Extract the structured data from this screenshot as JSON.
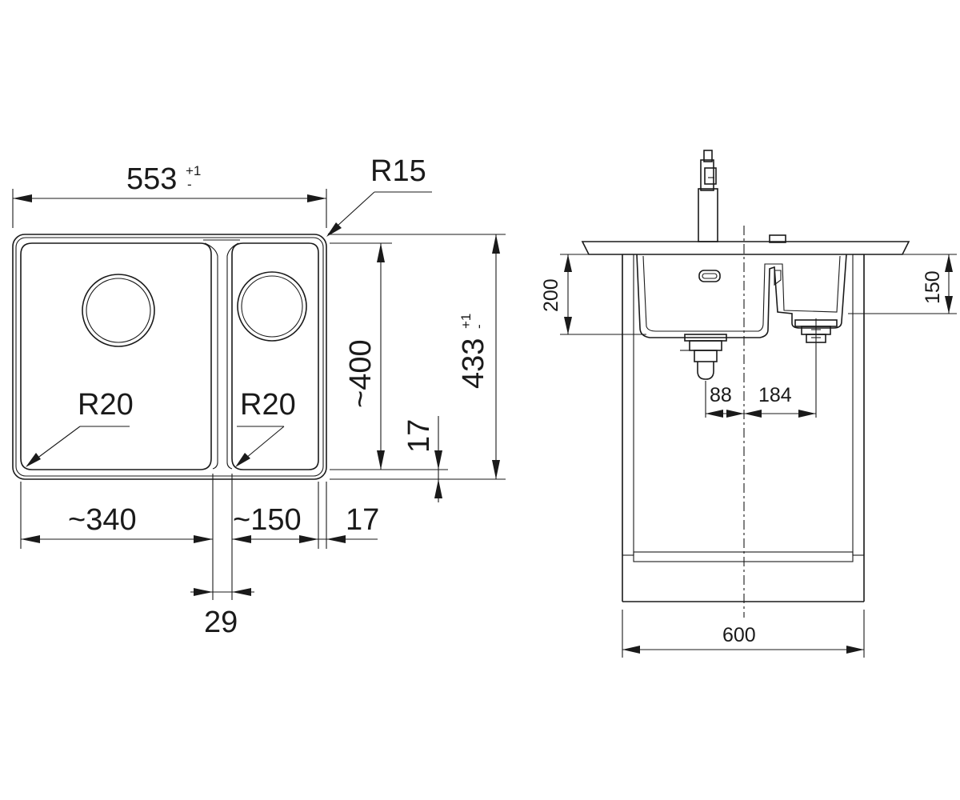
{
  "plan_view": {
    "overall_width": "553",
    "overall_width_tol_plus": "+1",
    "overall_width_tol_minus": "-",
    "corner_radius": "R15",
    "overall_depth": "433",
    "overall_depth_tol_plus": "+1",
    "overall_depth_tol_minus": "-",
    "bowl_depth": "~400",
    "left_bowl_radius": "R20",
    "right_bowl_radius": "R20",
    "rim_offset_vertical": "17",
    "left_bowl_width": "~340",
    "right_bowl_width": "~150",
    "rim_offset_horizontal": "17",
    "divider_width": "29"
  },
  "section_view": {
    "bowl_height_large": "200",
    "bowl_height_small": "150",
    "waste_offset_left": "88",
    "waste_offset_right": "184",
    "cabinet_width": "600"
  }
}
